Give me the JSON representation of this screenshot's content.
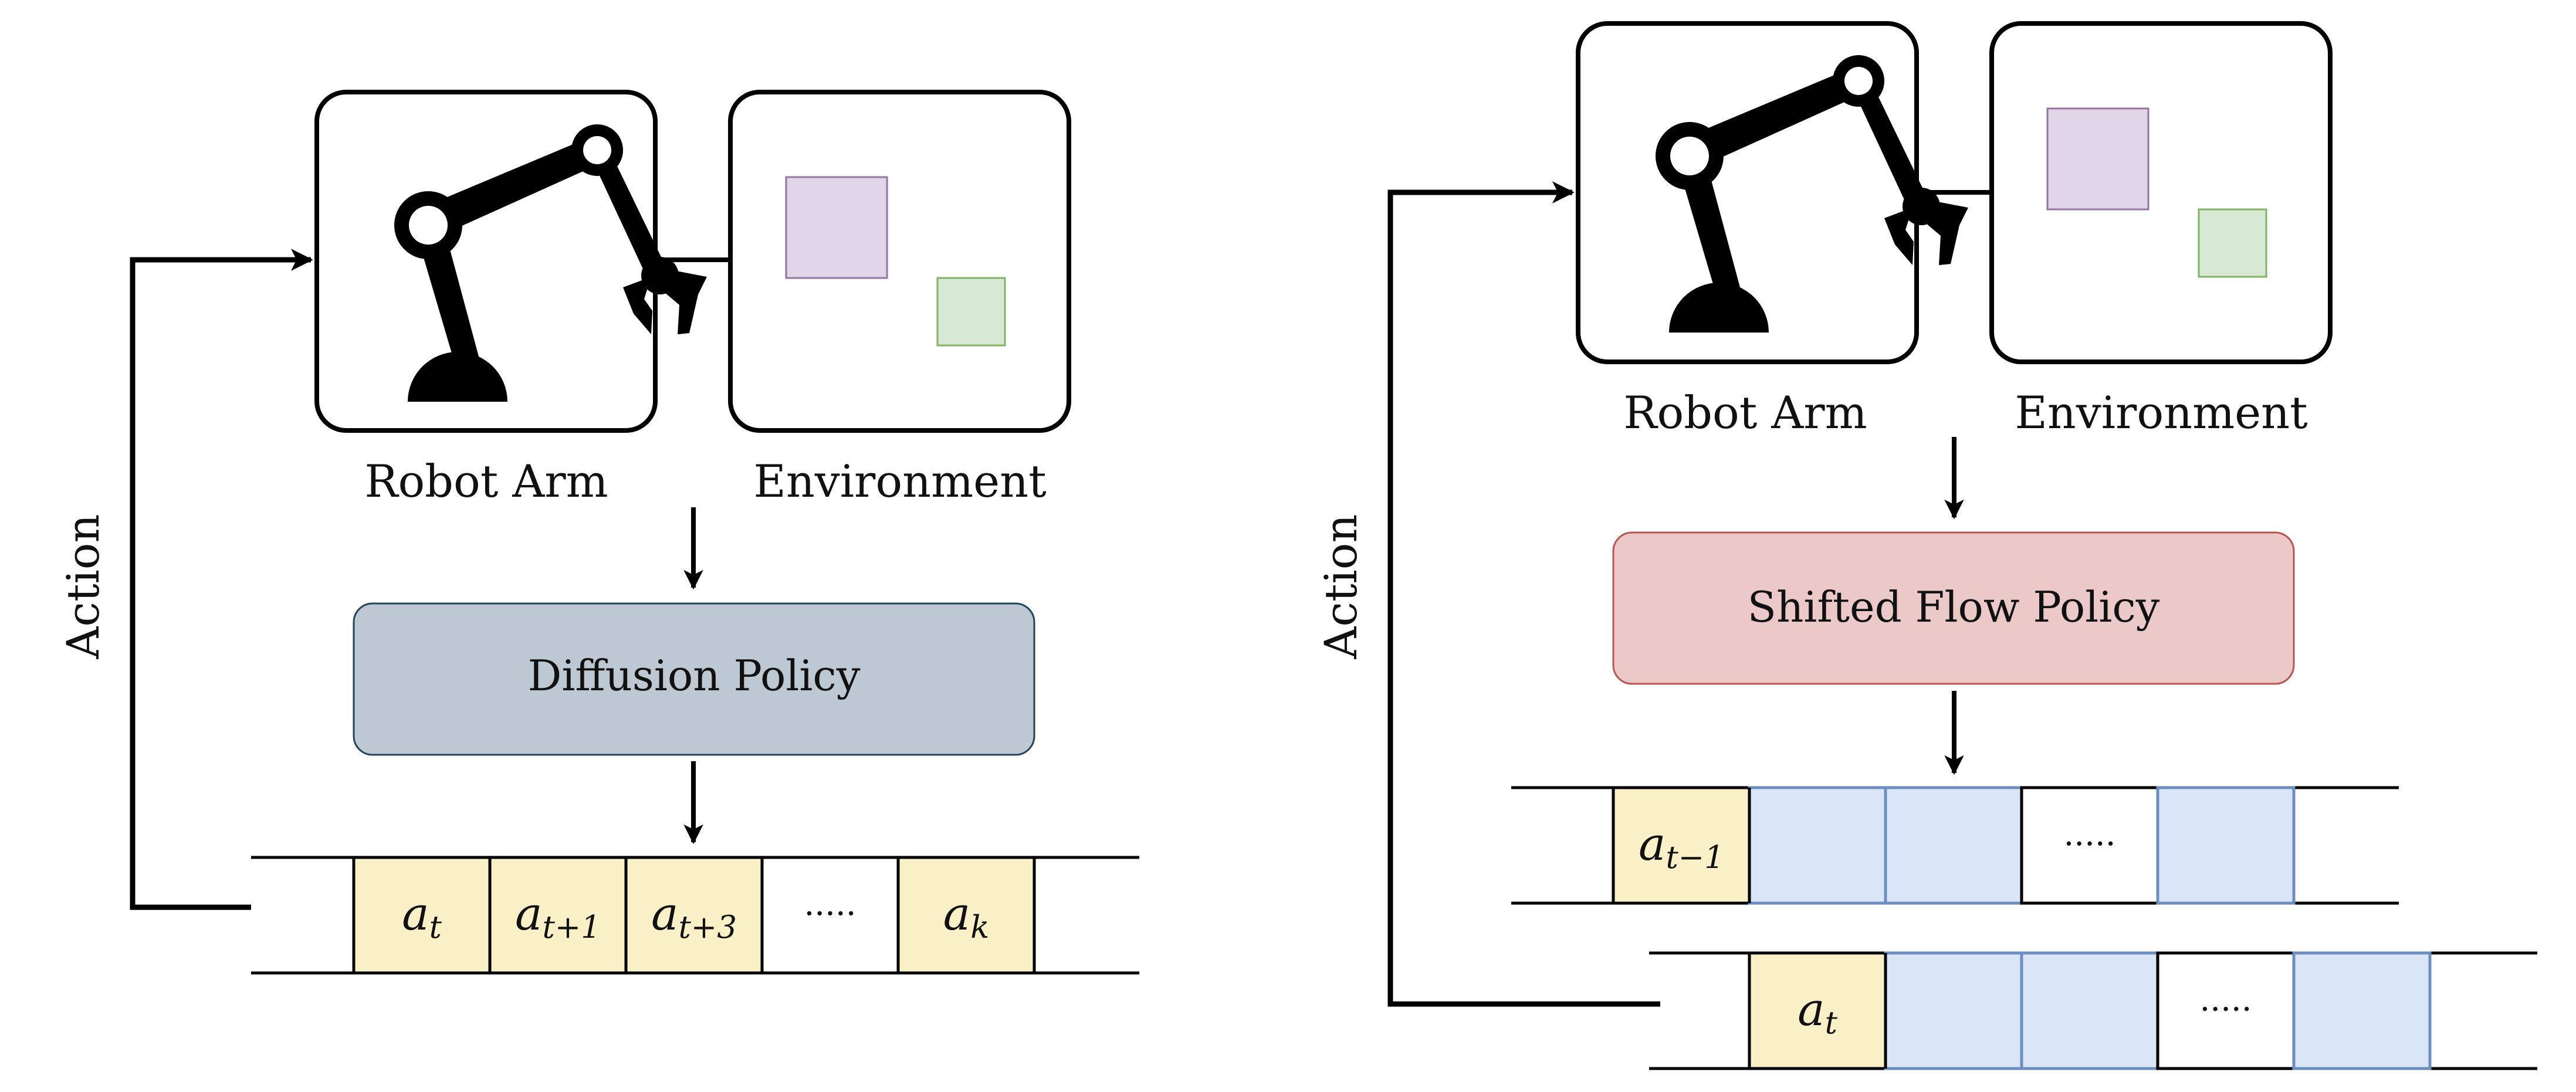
{
  "left_panel": {
    "robot_label": "Robot Arm",
    "env_label": "Environment",
    "action_label": "Action",
    "policy_label": "Diffusion Policy",
    "tokens": [
      {
        "base": "a",
        "sub": "t"
      },
      {
        "base": "a",
        "sub": "t+1"
      },
      {
        "base": "a",
        "sub": "t+3"
      },
      {
        "base": ".....",
        "sub": ""
      },
      {
        "base": "a",
        "sub": "k"
      }
    ]
  },
  "right_panel": {
    "robot_label": "Robot Arm",
    "env_label": "Environment",
    "action_label": "Action",
    "policy_label": "Shifted Flow Policy",
    "row1_tokens": [
      {
        "base": "a",
        "sub": "t−1"
      },
      {
        "base": "",
        "sub": ""
      },
      {
        "base": "",
        "sub": ""
      },
      {
        "base": ".....",
        "sub": ""
      },
      {
        "base": "",
        "sub": ""
      }
    ],
    "row2_tokens": [
      {
        "base": "a",
        "sub": "t"
      },
      {
        "base": "",
        "sub": ""
      },
      {
        "base": "",
        "sub": ""
      },
      {
        "base": ".....",
        "sub": ""
      },
      {
        "base": "",
        "sub": ""
      }
    ]
  },
  "colors": {
    "diffusion_policy_fill": "#bdc8d3",
    "shifted_flow_policy_fill": "#ecc9c9",
    "action_token_fill": "#faf0c8",
    "future_token_fill": "#dae5f8",
    "purple_block": "#e1d5e8",
    "green_block": "#d7e8d3"
  }
}
